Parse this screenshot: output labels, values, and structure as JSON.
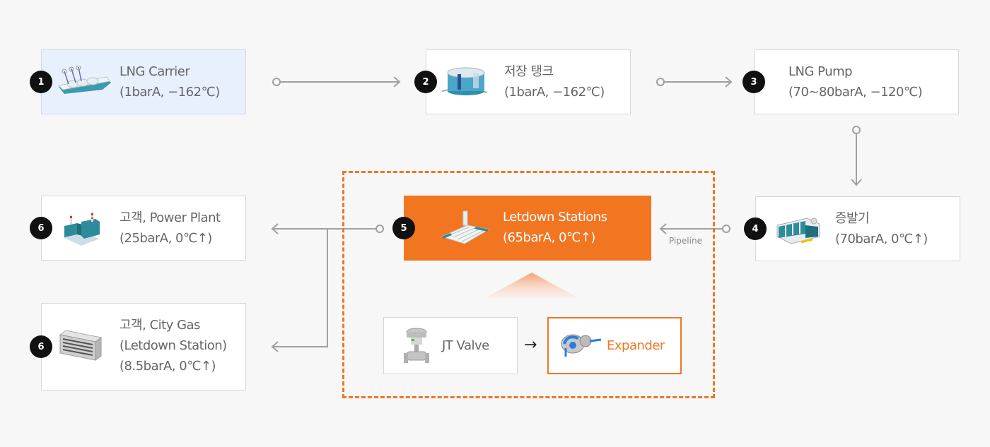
{
  "diagram": {
    "accent_color": "#f27522",
    "nodes": [
      {
        "id": "lng-carrier",
        "step": "1",
        "title": "LNG Carrier",
        "spec": "(1barA, −162℃)",
        "icon": "lng-carrier-ship-icon"
      },
      {
        "id": "storage-tank",
        "step": "2",
        "title": "저장 탱크",
        "spec": "(1barA, −162℃)",
        "icon": "storage-tank-icon"
      },
      {
        "id": "lng-pump",
        "step": "3",
        "title": "LNG Pump",
        "spec": "(70~80barA, −120℃)"
      },
      {
        "id": "vaporizer",
        "step": "4",
        "title": "증발기",
        "spec": "(70barA, 0℃↑)",
        "icon": "vaporizer-plant-icon"
      },
      {
        "id": "letdown-stations",
        "step": "5",
        "title": "Letdown Stations",
        "spec": "(65barA, 0℃↑)",
        "icon": "letdown-station-icon"
      },
      {
        "id": "power-plant",
        "step": "6",
        "title": "고객, Power Plant",
        "spec": "(25barA, 0℃↑)",
        "icon": "power-plant-icon"
      },
      {
        "id": "city-gas",
        "step": "6",
        "title": "고객, City Gas",
        "subtitle": "(Letdown Station)",
        "spec": "(8.5barA, 0℃↑)",
        "icon": "city-gas-building-icon"
      }
    ],
    "sub_components": [
      {
        "id": "jt-valve",
        "label": "JT Valve",
        "icon": "jt-valve-icon"
      },
      {
        "id": "expander",
        "label": "Expander",
        "icon": "expander-turbine-icon"
      }
    ],
    "pipeline_label": "Pipeline",
    "sub_arrow": "→"
  }
}
